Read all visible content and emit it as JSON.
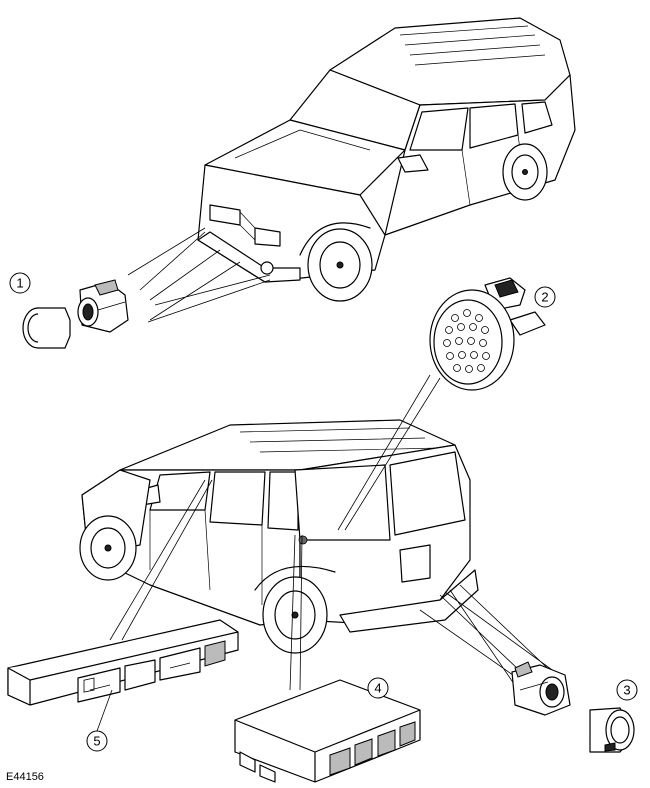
{
  "figure_ref": "E44156",
  "callouts": [
    {
      "number": "1",
      "part": "front parking sensor"
    },
    {
      "number": "2",
      "part": "sounder"
    },
    {
      "number": "3",
      "part": "rear parking sensor"
    },
    {
      "number": "4",
      "part": "control module"
    },
    {
      "number": "5",
      "part": "switch panel"
    }
  ]
}
